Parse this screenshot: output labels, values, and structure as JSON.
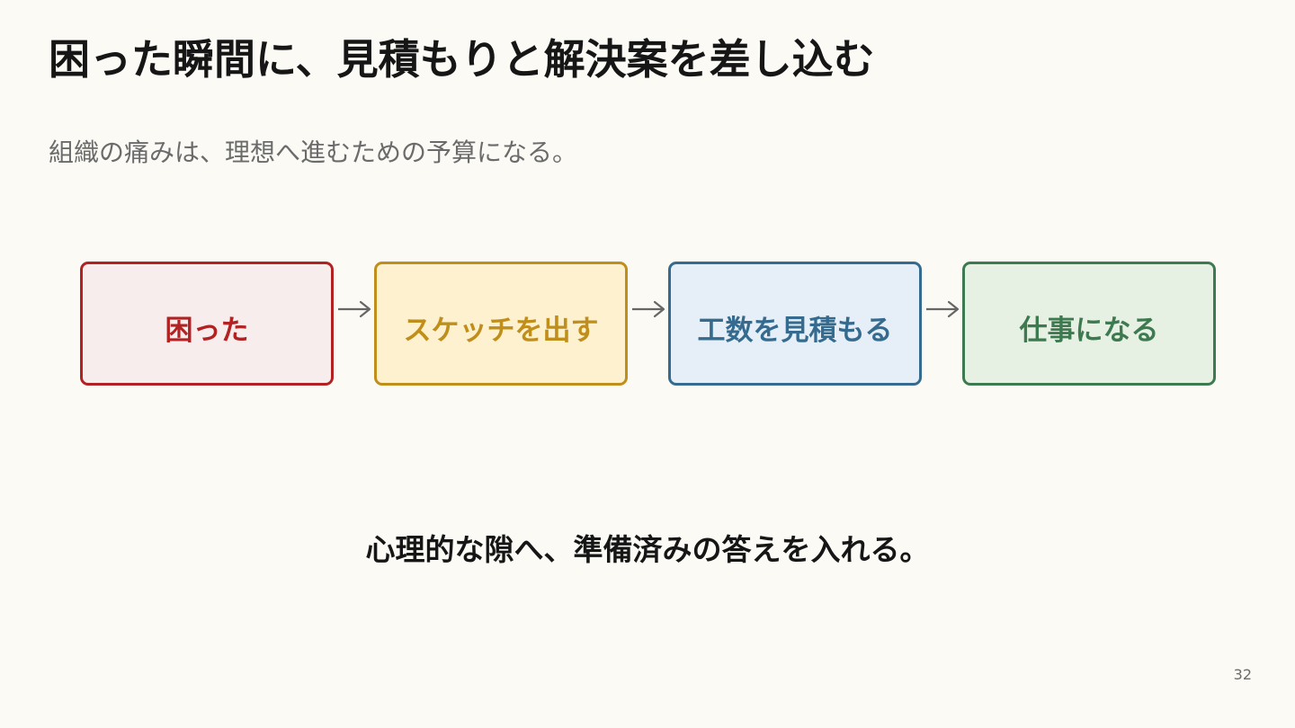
{
  "title": "困った瞬間に、見積もりと解決案を差し込む",
  "subtitle": "組織の痛みは、理想へ進むための予算になる。",
  "flow": {
    "steps": [
      {
        "label": "困った",
        "color": "#b22222",
        "fill": "#f7eded"
      },
      {
        "label": "スケッチを出す",
        "color": "#c08e1a",
        "fill": "#fdf1cf"
      },
      {
        "label": "工数を見積もる",
        "color": "#356b8e",
        "fill": "#e6eff7"
      },
      {
        "label": "仕事になる",
        "color": "#3e7a50",
        "fill": "#e6f1e4"
      }
    ],
    "arrow_color": "#666666"
  },
  "conclusion": "心理的な隙へ、準備済みの答えを入れる。",
  "page_number": "32"
}
